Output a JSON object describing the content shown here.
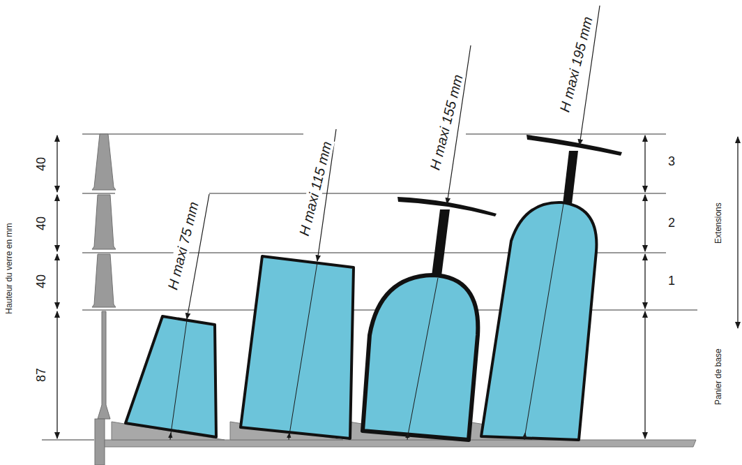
{
  "diagram": {
    "labels": [
      "Hauteur du verre en mm",
      "40",
      "40",
      "40",
      "87",
      "H maxi 75 mm",
      "H maxi 115 mm",
      "H maxi 155 mm",
      "H maxi 195 mm",
      "3",
      "2",
      "1",
      "Extensions",
      "Panier de base"
    ]
  }
}
